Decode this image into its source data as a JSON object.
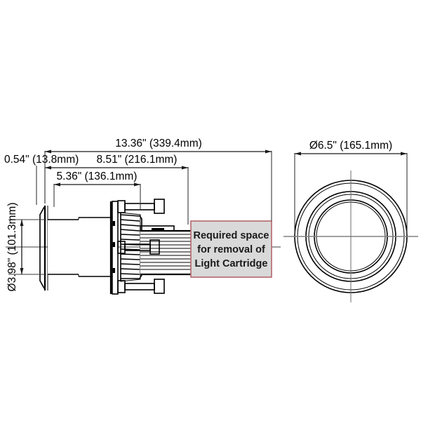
{
  "drawing": {
    "title": "Light fixture dimensional drawing",
    "background_color": "#ffffff",
    "line_color": "#000000",
    "centerline_color": "#808080"
  },
  "dimensions": {
    "overall_length": {
      "label": "13.36\" (339.4mm)",
      "inches": 13.36,
      "mm": 339.4,
      "orientation": "horizontal"
    },
    "body_length": {
      "label": "8.51\" (216.1mm)",
      "inches": 8.51,
      "mm": 216.1,
      "orientation": "horizontal"
    },
    "mid_length": {
      "label": "5.36\" (136.1mm)",
      "inches": 5.36,
      "mm": 136.1,
      "orientation": "horizontal"
    },
    "flange_thickness": {
      "label": "0.54\" (13.8mm)",
      "inches": 0.54,
      "mm": 13.8,
      "orientation": "horizontal"
    },
    "body_diameter": {
      "label": "Ø3.98\" (101.3mm)",
      "inches": 3.98,
      "mm": 101.3,
      "orientation": "vertical"
    },
    "face_diameter": {
      "label": "Ø6.5\" (165.1mm)",
      "inches": 6.5,
      "mm": 165.1,
      "orientation": "horizontal"
    }
  },
  "callout": {
    "line1": "Required space",
    "line2": "for removal of",
    "line3": "Light Cartridge",
    "fill_color": "#d9d9d9",
    "border_color": "#b5666b"
  },
  "views": {
    "side_view_name": "side-section-view",
    "front_view_name": "front-circular-view"
  },
  "front_view": {
    "circles": [
      {
        "name": "outer-rim-outer",
        "r": 80
      },
      {
        "name": "outer-rim-inner",
        "r": 76
      },
      {
        "name": "bezel-outer",
        "r": 64
      },
      {
        "name": "bezel-inner",
        "r": 60
      },
      {
        "name": "lens-outer",
        "r": 52
      },
      {
        "name": "lens-inner",
        "r": 49
      }
    ]
  }
}
